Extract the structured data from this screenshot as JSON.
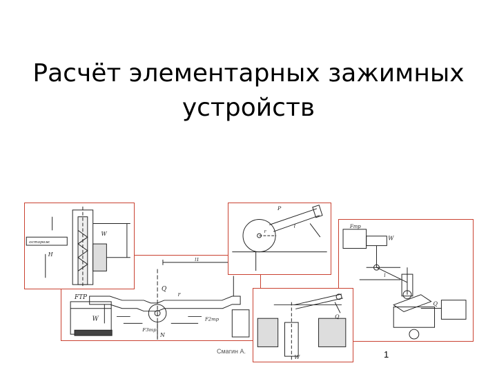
{
  "slide": {
    "title_line1": "Расчёт элементарных зажимных",
    "title_line2": "устройств",
    "footer_author": "Смагин А.",
    "page_number": "1"
  },
  "colors": {
    "panel_border": "#c9402f",
    "drawing_line": "#222222",
    "background": "#ffffff"
  },
  "diagrams": {
    "top_left": {
      "label_stop": "осторож",
      "label_w": "W",
      "label_h": "H"
    },
    "top_middle": {
      "label_p": "P",
      "label_l": "l",
      "label_r": "r"
    },
    "right": {
      "label_fmp": "Fтр",
      "label_w": "W",
      "label_q": "Q",
      "label_l": "l"
    },
    "bottom_left": {
      "label_f_tr": "FТР",
      "label_w": "W",
      "label_q": "Q",
      "label_r": "r",
      "label_n": "N",
      "label_f3": "F3тр",
      "label_f2": "F2тр",
      "label_l": "l1"
    },
    "bottom_middle": {
      "label_q": "Q",
      "label_w": "W"
    }
  }
}
